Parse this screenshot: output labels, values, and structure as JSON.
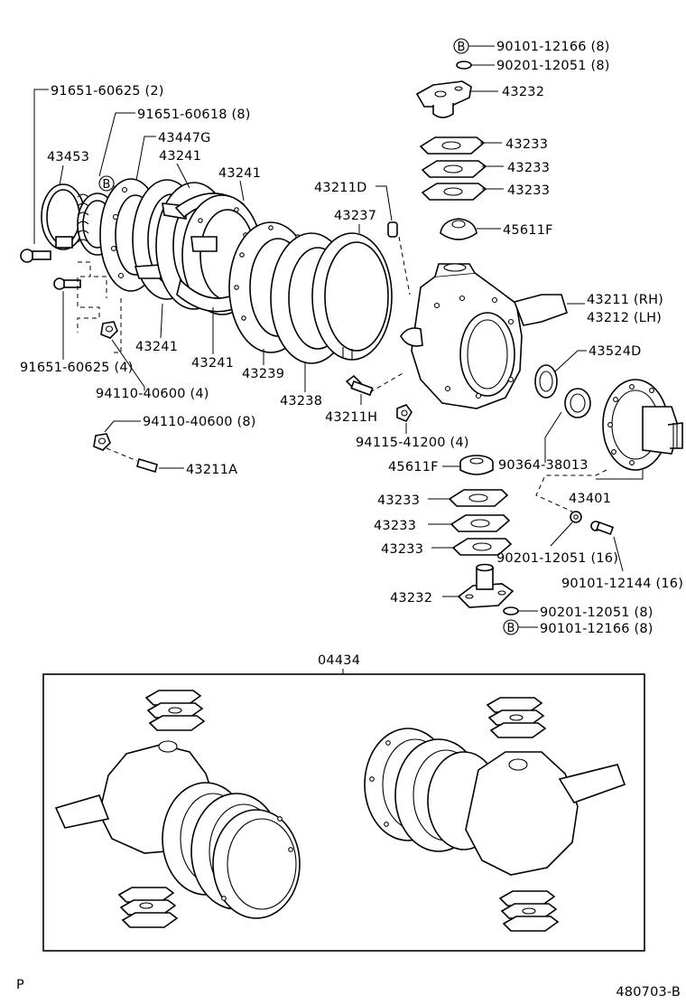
{
  "diagram": {
    "bolt_marker": "B",
    "labels": {
      "p90101_12166_top": "90101-12166 (8)",
      "p90201_12051_top": "90201-12051 (8)",
      "p43232_top": "43232",
      "p43233_top_a": "43233",
      "p43233_top_b": "43233",
      "p43233_top_c": "43233",
      "p45611F_top": "45611F",
      "p91651_60625_2": "91651-60625 (2)",
      "p91651_60618_8": "91651-60618 (8)",
      "p43447G": "43447G",
      "p43453": "43453",
      "p43241_a": "43241",
      "p43241_b": "43241",
      "p43241_c": "43241",
      "p43241_d": "43241",
      "p43211D": "43211D",
      "p43237": "43237",
      "p43211_rh": "43211 (RH)",
      "p43212_lh": "43212 (LH)",
      "p43524D": "43524D",
      "p91651_60625_4": "91651-60625 (4)",
      "p94110_40600_4": "94110-40600 (4)",
      "p43239": "43239",
      "p43238": "43238",
      "p43211H": "43211H",
      "p94110_40600_8": "94110-40600 (8)",
      "p94115_41200_4": "94115-41200 (4)",
      "p43211A": "43211A",
      "p45611F_bottom": "45611F",
      "p90364_38013": "90364-38013",
      "p43401": "43401",
      "p43233_bot_a": "43233",
      "p43233_bot_b": "43233",
      "p43233_bot_c": "43233",
      "p90201_12051_16": "90201-12051 (16)",
      "p90101_12144_16": "90101-12144 (16)",
      "p43232_bottom": "43232",
      "p90201_12051_bottom": "90201-12051 (8)",
      "p90101_12166_bottom": "90101-12166 (8)",
      "p04434": "04434",
      "corner_p": "P",
      "figure_code": "480703-B"
    }
  }
}
